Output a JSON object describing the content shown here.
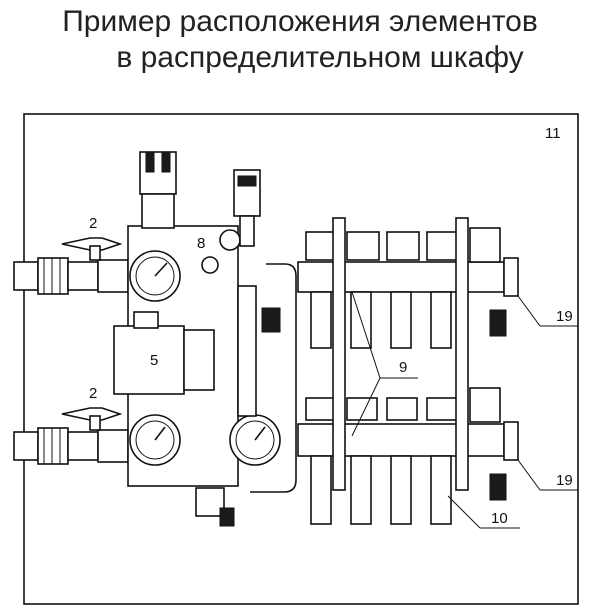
{
  "title": {
    "line1": "Пример расположения элементов",
    "line2": "в распределительном шкафу"
  },
  "labels": {
    "cabinet": "11",
    "valve_top": "2",
    "valve_bottom": "2",
    "mixing_unit": "8",
    "pump": "5",
    "bracket": "9",
    "air_vent_top": "19",
    "air_vent_bottom": "19",
    "flow_meter": "10"
  }
}
